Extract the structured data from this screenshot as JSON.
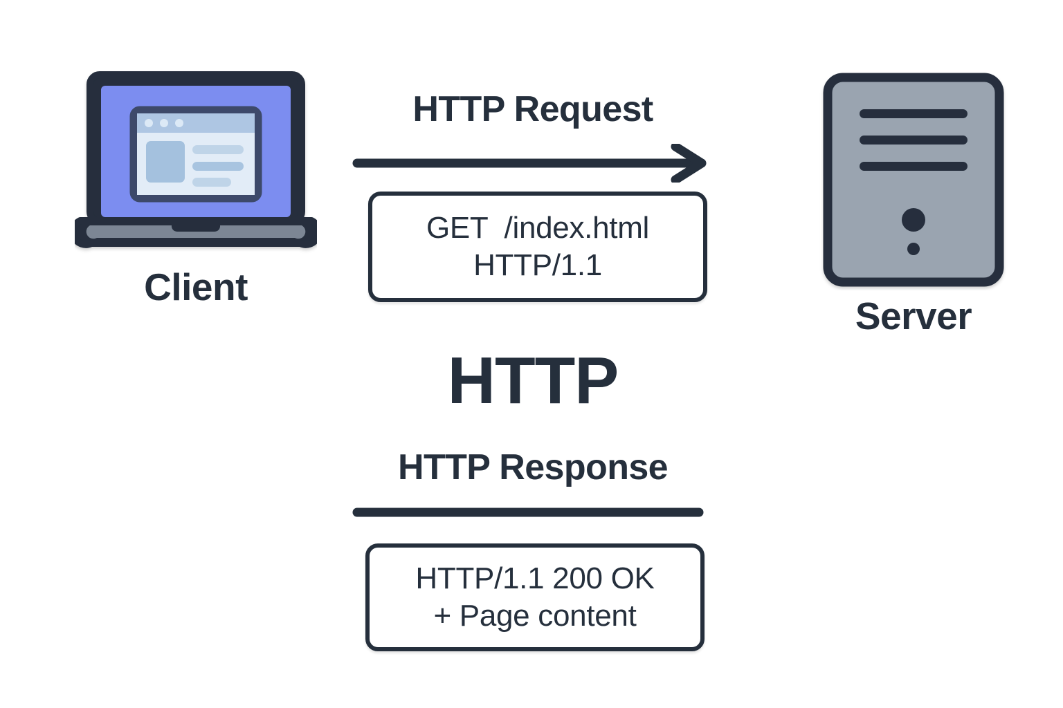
{
  "diagram": {
    "title": "HTTP",
    "protocol_label": "HTTP",
    "background_color": "#ffffff",
    "ink_color": "#252f3c"
  },
  "client": {
    "label": "Client",
    "icon": "laptop-icon",
    "screen_color": "#7b8df0",
    "bezel_color": "#252f3c",
    "base_color": "#7c8694",
    "browser_titlebar_color": "#aec6e3",
    "browser_body_color": "#e2ecf7",
    "browser_block_color": "#a4c1de"
  },
  "server": {
    "label": "Server",
    "icon": "server-icon",
    "body_color": "#9aa4b0",
    "outline_color": "#252f3c",
    "slot_count": 3,
    "indicator_count": 2
  },
  "request": {
    "label": "HTTP Request",
    "direction": "client-to-server",
    "arrow_icon": "arrow-right-icon",
    "message_lines": [
      "GET  /index.html",
      "HTTP/1.1"
    ]
  },
  "response": {
    "label": "HTTP Response",
    "direction": "server-to-client",
    "rule_icon": "horizontal-rule-icon",
    "message_lines": [
      "HTTP/1.1 200 OK",
      "+ Page content"
    ]
  }
}
